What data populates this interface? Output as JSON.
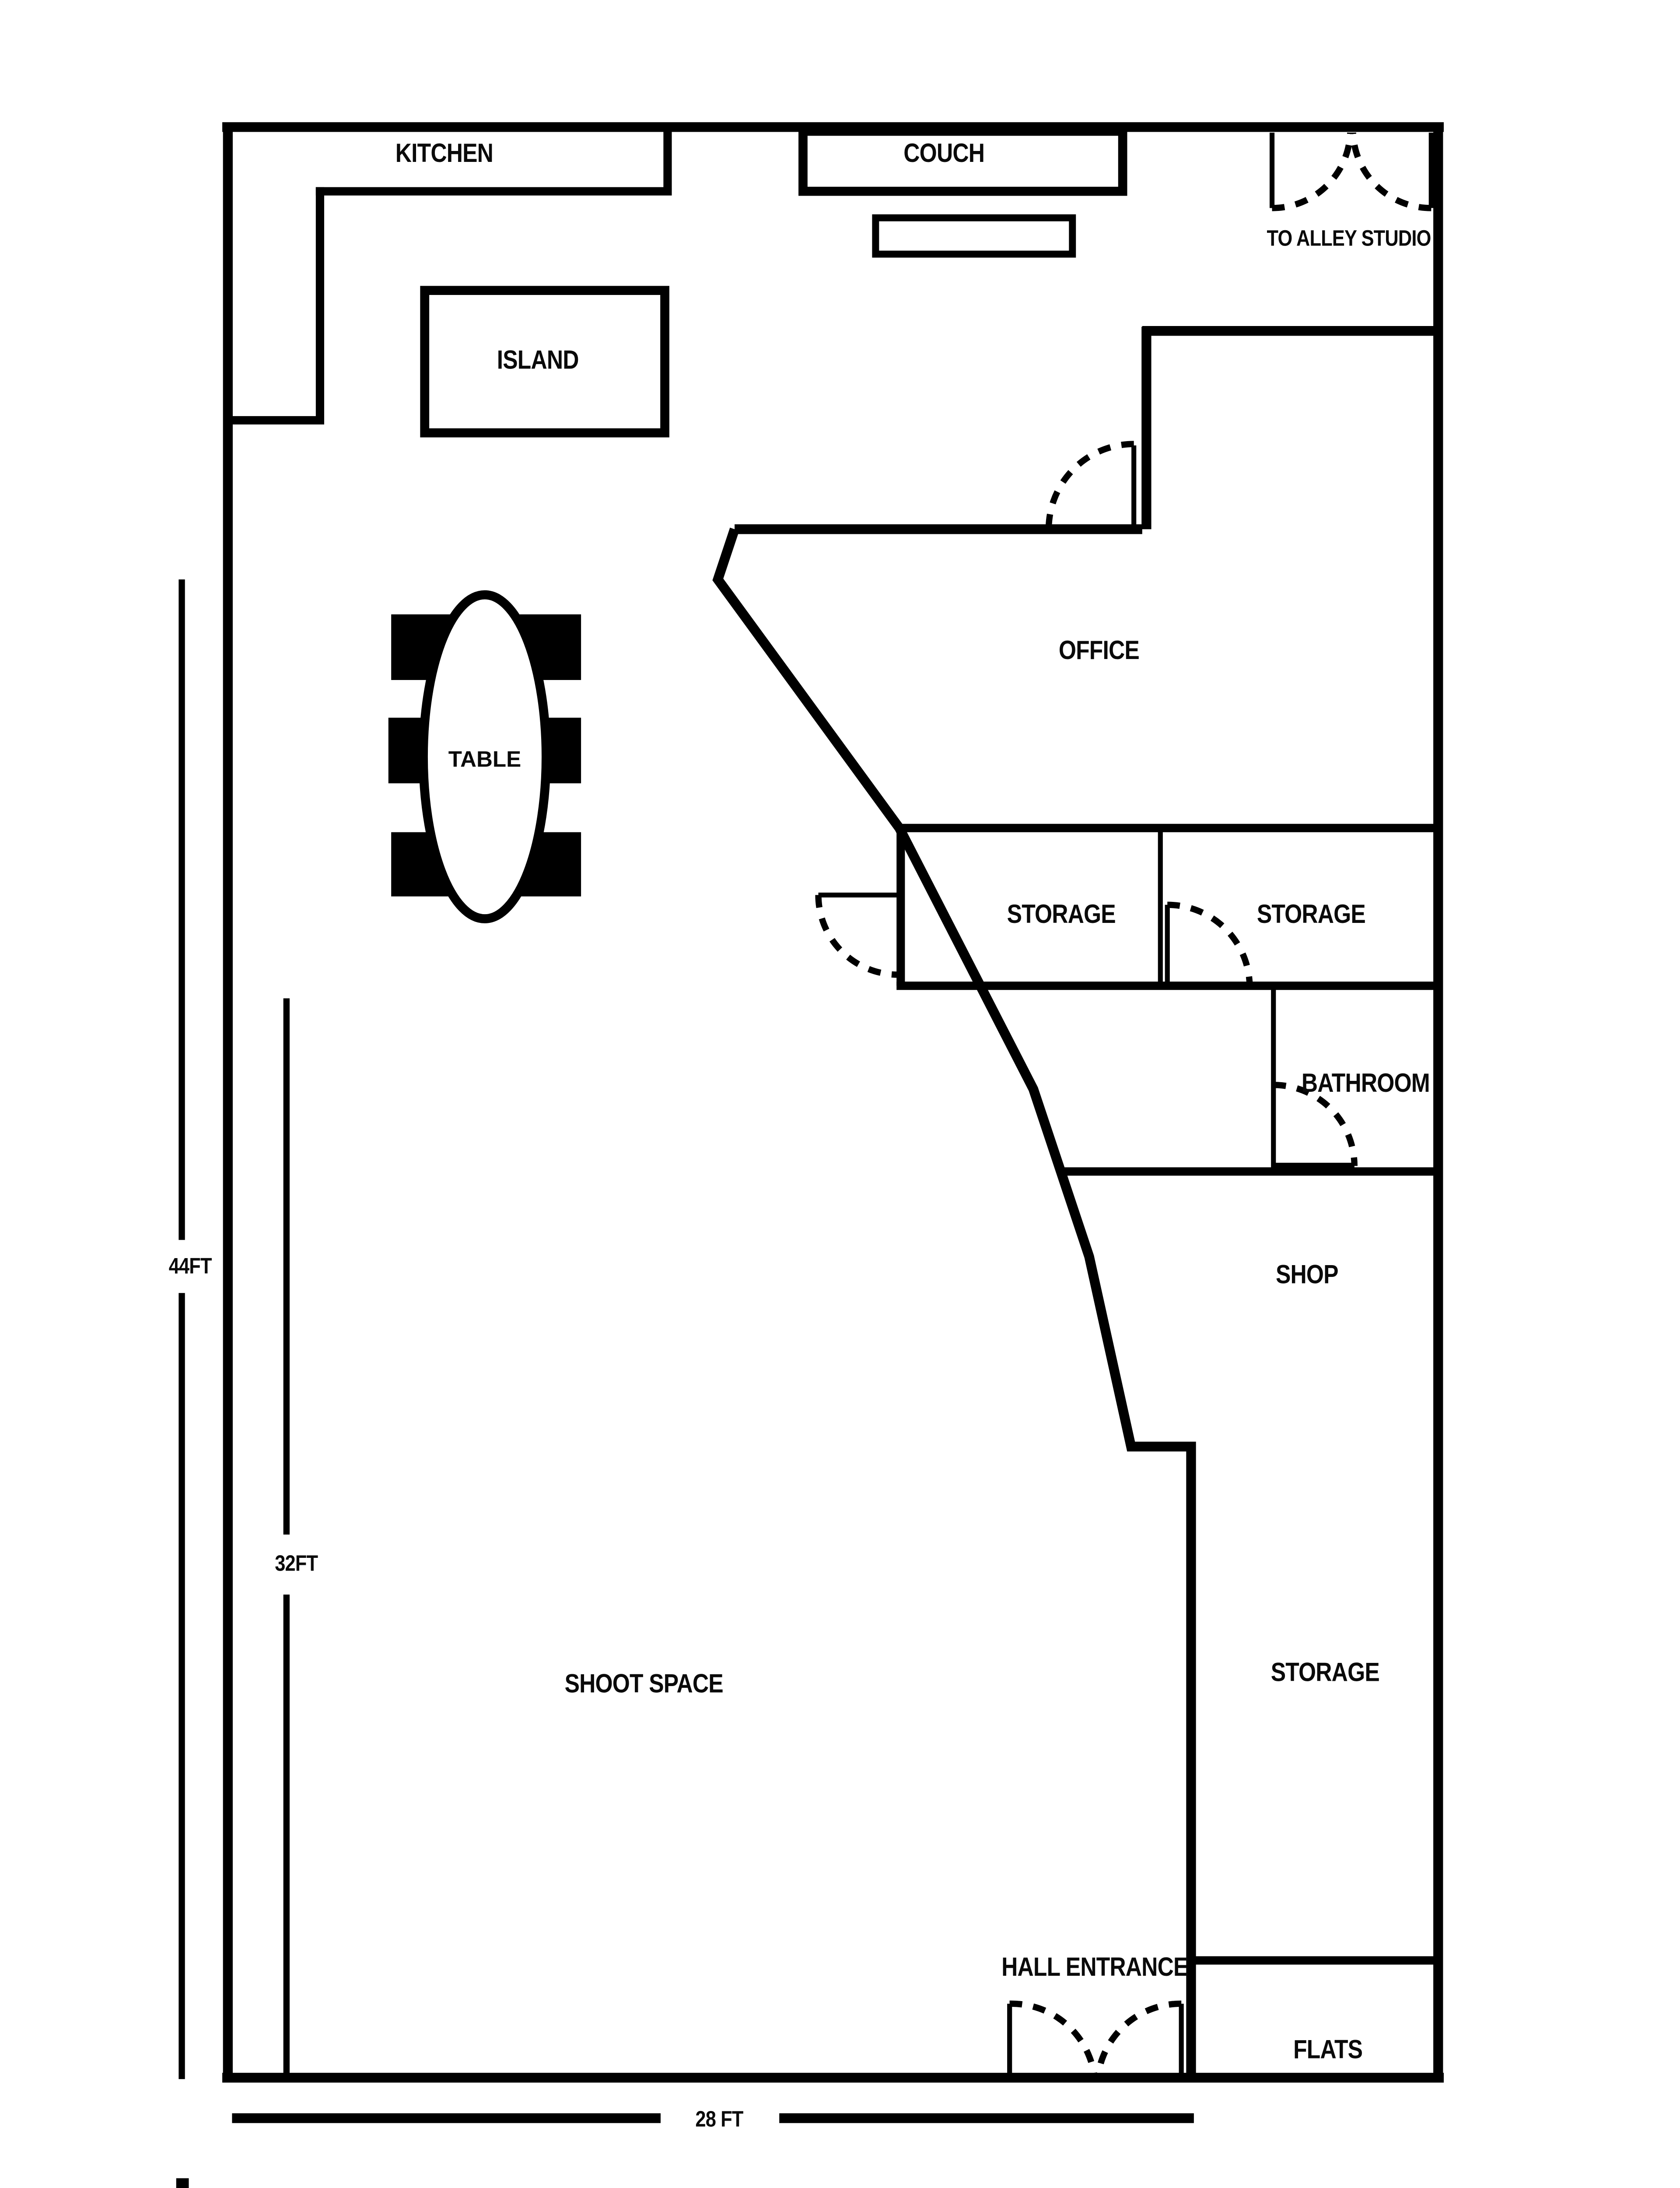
{
  "diagram": {
    "type": "floor-plan",
    "background_color": "#ffffff",
    "ink_color": "#000000",
    "rooms": {
      "kitchen": "KITCHEN",
      "office": "OFFICE",
      "storage_upper_left": "STORAGE",
      "storage_upper_right": "STORAGE",
      "bathroom": "BATHROOM",
      "shop": "SHOP",
      "storage_lower": "STORAGE",
      "shoot_space": "SHOOT SPACE",
      "hall_entrance": "HALL ENTRANCE",
      "flats": "FLATS",
      "to_alley_studio": "TO ALLEY STUDIO"
    },
    "furniture": {
      "couch": "COUCH",
      "island": "ISLAND",
      "table": "TABLE"
    },
    "dimensions": {
      "overall_height": "44FT",
      "shoot_space_height": "32FT",
      "overall_width": "28 FT"
    }
  }
}
